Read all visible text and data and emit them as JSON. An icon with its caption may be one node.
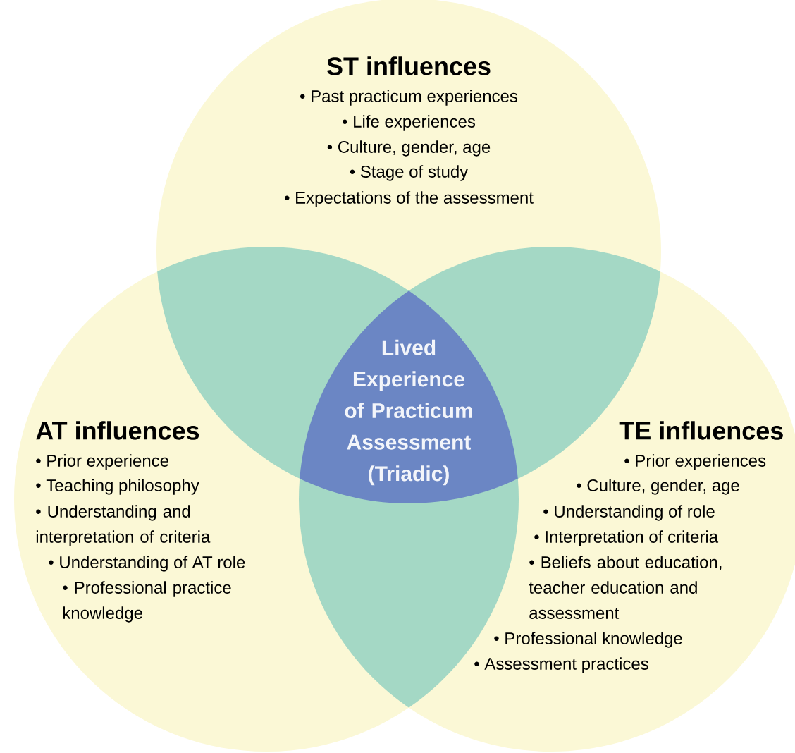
{
  "diagram": {
    "nodes": [
      {
        "text": [
          "ST influences",
          "• Past practicum experiences",
          "• Life experiences",
          "• Culture, gender, age",
          "• Stage of study",
          "• Expectations of the assessment"
        ]
      },
      {
        "text": [
          "Lived Experience of Practicum Assessment (Triadic)"
        ]
      },
      {
        "text": [
          "AT influences",
          "• Prior experience",
          "• Teaching philosophy",
          "• Understanding and interpretation of criteria",
          "• Understanding of AT role",
          "• Professional practice knowledge"
        ]
      },
      {
        "text": [
          "TE influences",
          "• Prior experiences",
          "• Culture, gender, age",
          "• Understanding of role",
          "• Interpretation of criteria",
          "• Beliefs about education, teacher education and assessment",
          "• Professional knowledge",
          "• Assessment practices"
        ]
      }
    ]
  }
}
